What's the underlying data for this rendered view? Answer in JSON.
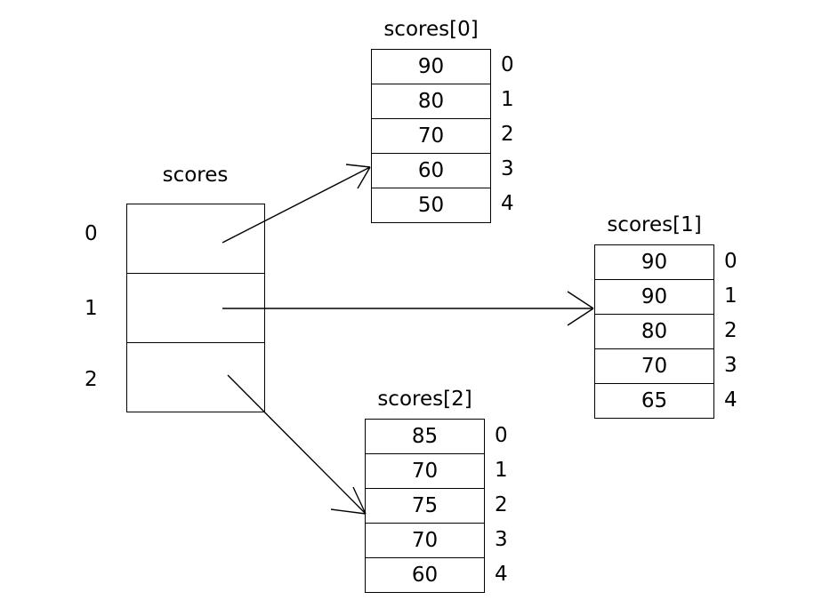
{
  "diagram": {
    "type": "array-of-arrays-pointer-diagram",
    "background_color": "#ffffff",
    "stroke_color": "#000000",
    "text_color": "#000000"
  },
  "pointer_array": {
    "title": "scores",
    "indices": [
      "0",
      "1",
      "2"
    ],
    "cells": [
      "",
      "",
      ""
    ]
  },
  "sub_arrays": [
    {
      "title": "scores[0]",
      "indices": [
        "0",
        "1",
        "2",
        "3",
        "4"
      ],
      "values": [
        "90",
        "80",
        "70",
        "60",
        "50"
      ]
    },
    {
      "title": "scores[1]",
      "indices": [
        "0",
        "1",
        "2",
        "3",
        "4"
      ],
      "values": [
        "90",
        "90",
        "80",
        "70",
        "65"
      ]
    },
    {
      "title": "scores[2]",
      "indices": [
        "0",
        "1",
        "2",
        "3",
        "4"
      ],
      "values": [
        "85",
        "70",
        "75",
        "70",
        "60"
      ]
    }
  ],
  "arrows": [
    {
      "name": "pointer-0-to-scores0",
      "from_cell": "0",
      "to_array": "scores[0]"
    },
    {
      "name": "pointer-1-to-scores1",
      "from_cell": "1",
      "to_array": "scores[1]"
    },
    {
      "name": "pointer-2-to-scores2",
      "from_cell": "2",
      "to_array": "scores[2]"
    }
  ]
}
